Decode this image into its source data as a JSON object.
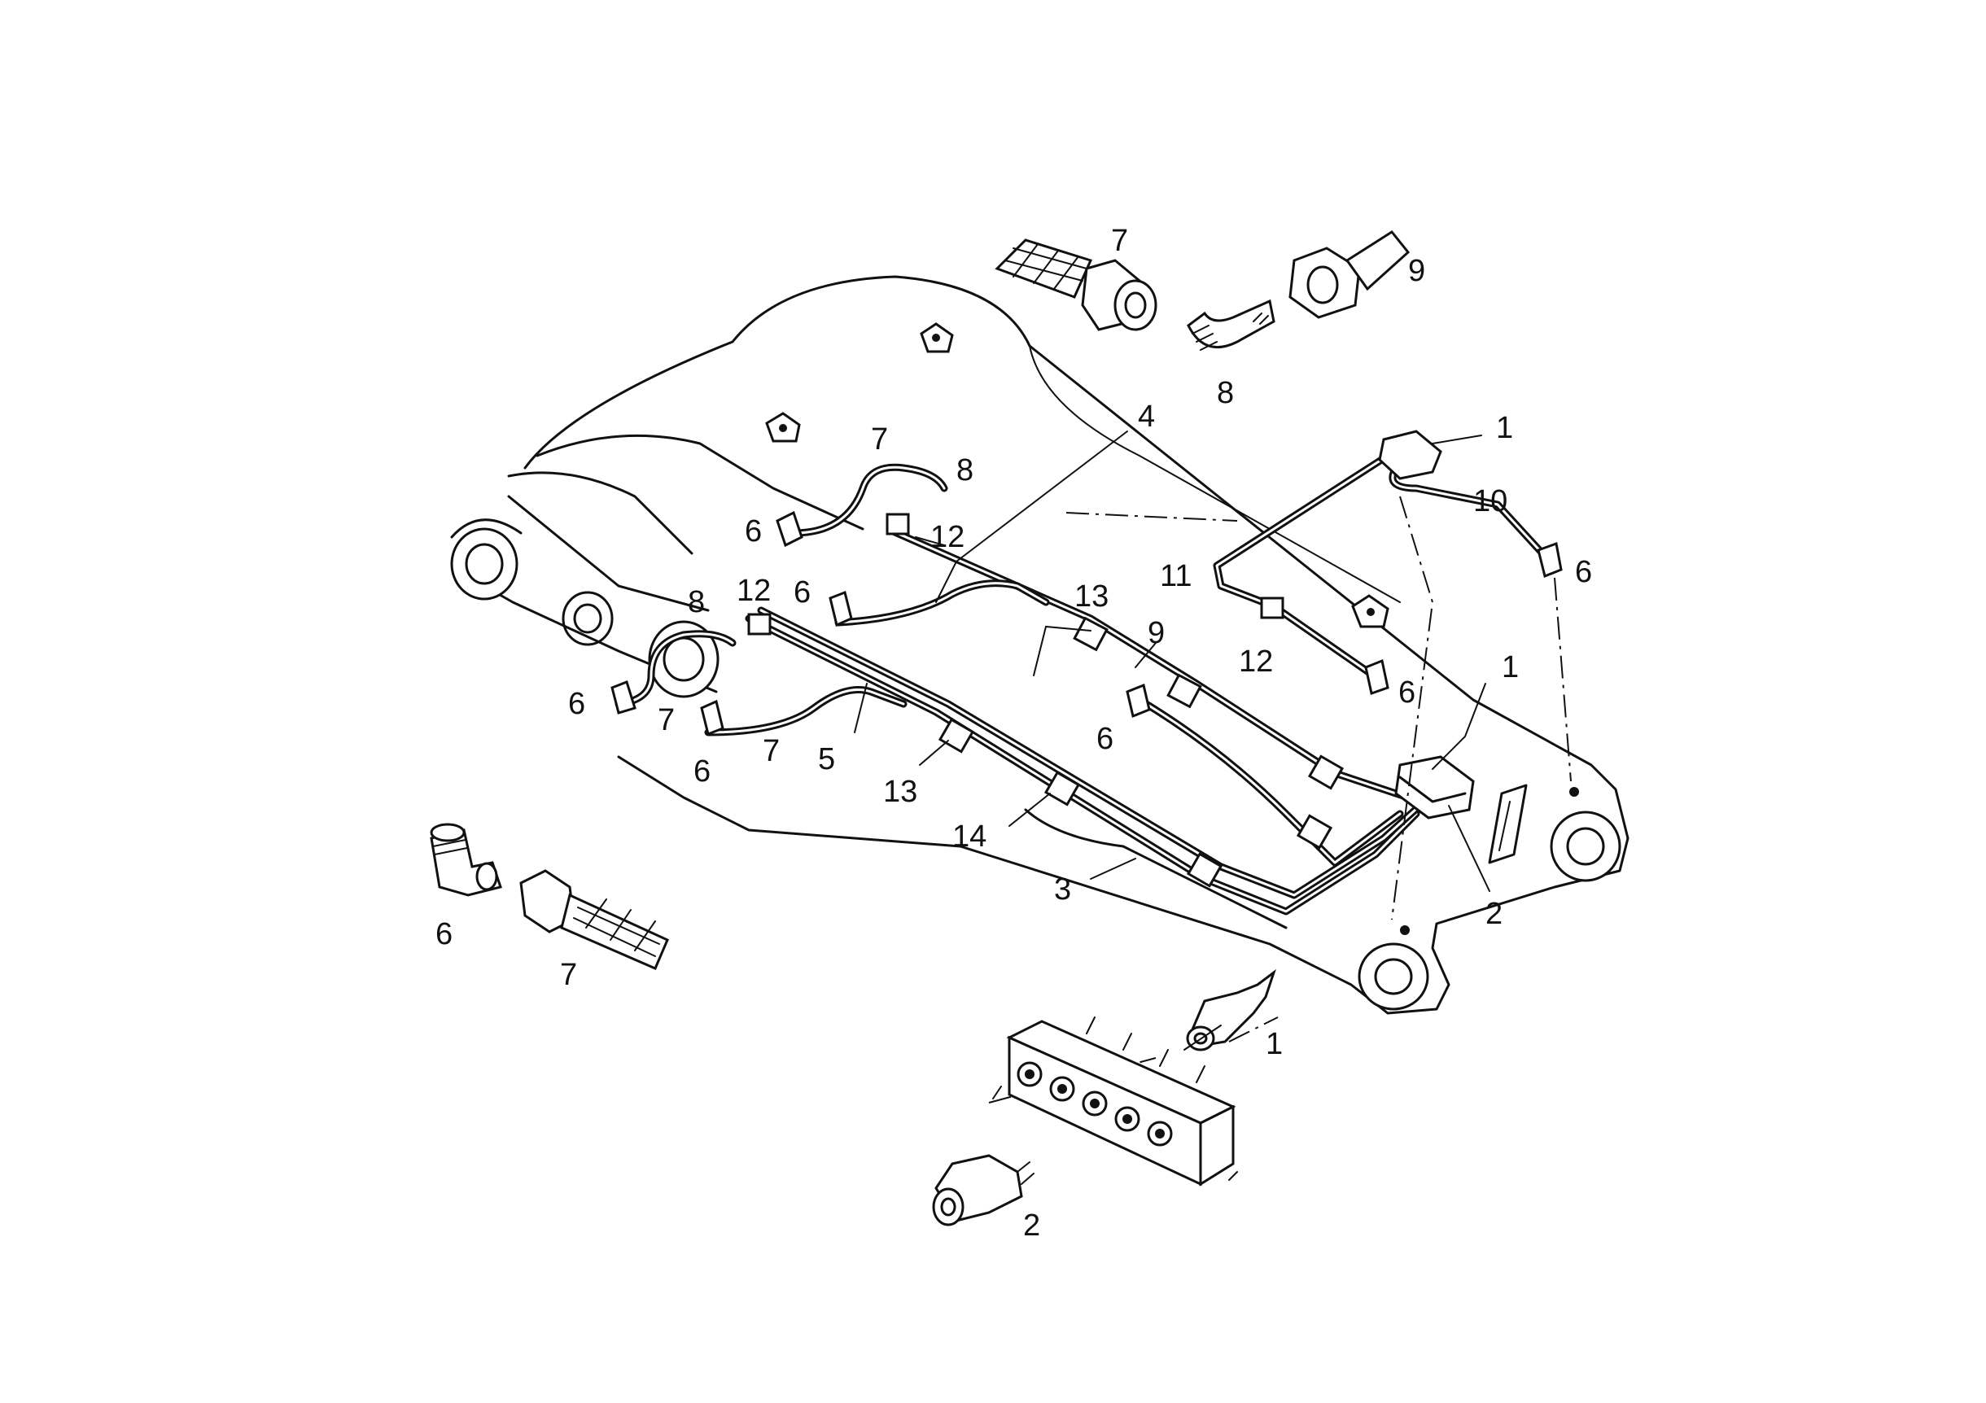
{
  "callouts": [
    "7",
    "9",
    "8",
    "1",
    "10",
    "6",
    "4",
    "7",
    "8",
    "6",
    "12",
    "11",
    "13",
    "9",
    "12",
    "6",
    "1",
    "12",
    "6",
    "8",
    "6",
    "7",
    "6",
    "7",
    "5",
    "6",
    "13",
    "14",
    "3",
    "2",
    "6",
    "7",
    "1",
    "2"
  ]
}
